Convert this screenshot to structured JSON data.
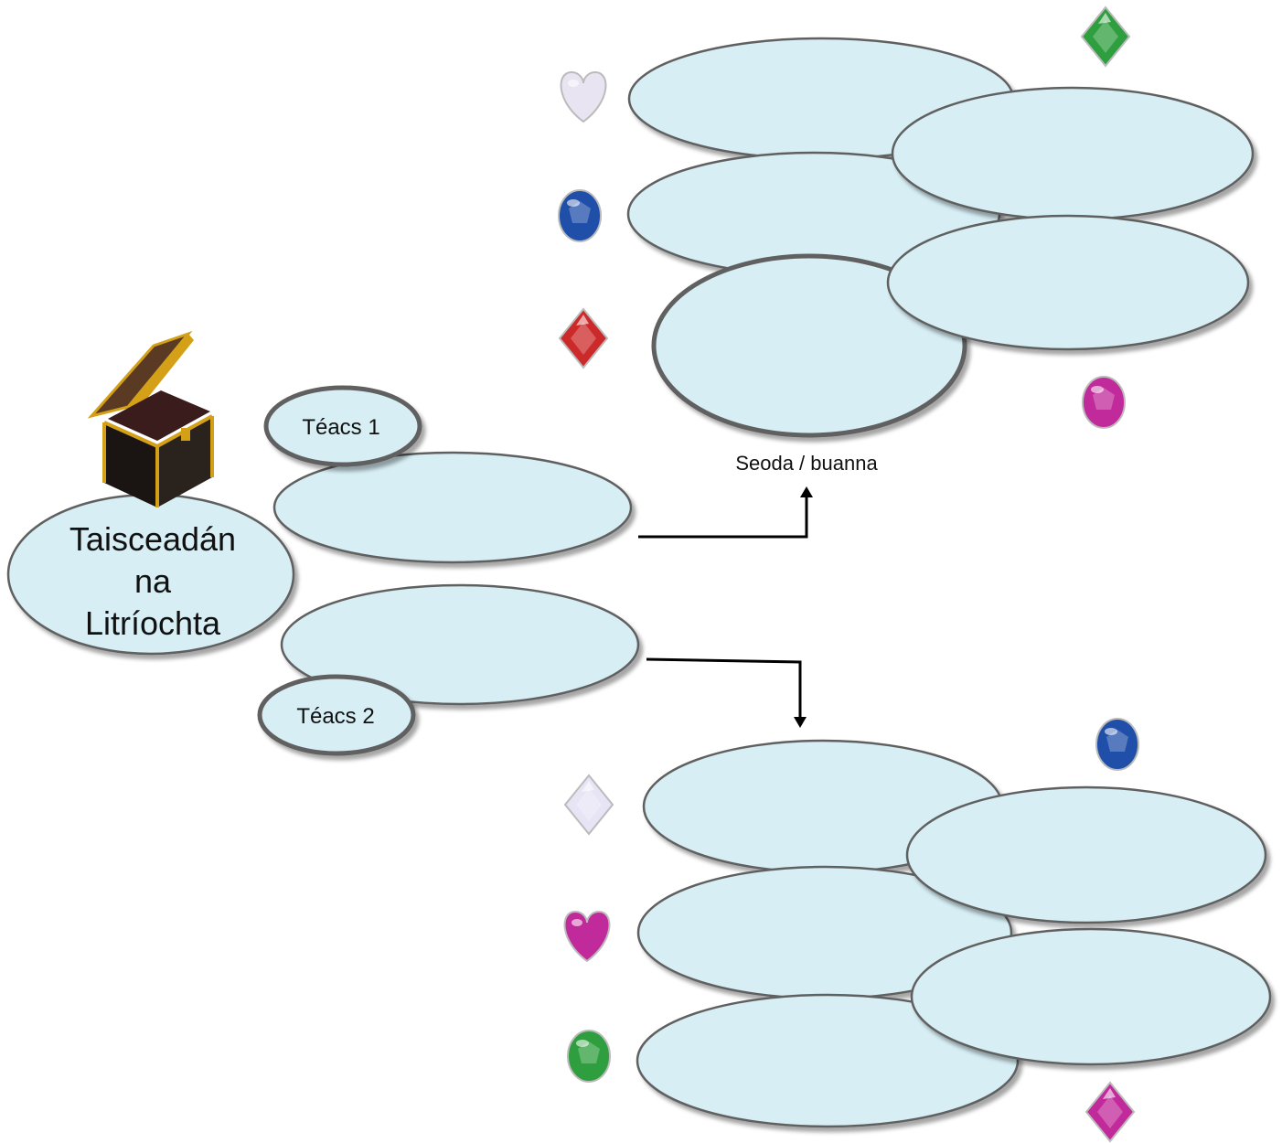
{
  "main": {
    "title_lines": [
      "Taisceadán",
      "na",
      "Litríochta"
    ]
  },
  "text1": {
    "label": "Téacs 1"
  },
  "text2": {
    "label": "Téacs 2"
  },
  "gems_caption": "Seoda / buanna",
  "colors": {
    "ellipse_fill": "#d6eef4",
    "ellipse_stroke": "#606060",
    "chest_body": "#1a1512",
    "chest_trim": "#d4a017",
    "chest_wood": "#5a3a22"
  },
  "gems": [
    {
      "name": "white-heart-gem-icon",
      "shape": "heart",
      "color": "#e9e4f2"
    },
    {
      "name": "green-diamond-gem-icon",
      "shape": "diamond",
      "color": "#2e9e3e"
    },
    {
      "name": "blue-round-gem-icon",
      "shape": "round",
      "color": "#1f4fa8"
    },
    {
      "name": "red-diamond-gem-icon",
      "shape": "diamond",
      "color": "#cc2a2a"
    },
    {
      "name": "magenta-round-gem-icon",
      "shape": "round",
      "color": "#c02a9a"
    },
    {
      "name": "blue-round-gem-icon",
      "shape": "round",
      "color": "#1f4fa8"
    },
    {
      "name": "white-diamond-gem-icon",
      "shape": "diamond",
      "color": "#e7e4f5"
    },
    {
      "name": "magenta-heart-gem-icon",
      "shape": "heart",
      "color": "#c02a9a"
    },
    {
      "name": "green-round-gem-icon",
      "shape": "round",
      "color": "#2e9e3e"
    },
    {
      "name": "magenta-diamond-gem-icon",
      "shape": "diamond",
      "color": "#c02a9a"
    }
  ]
}
